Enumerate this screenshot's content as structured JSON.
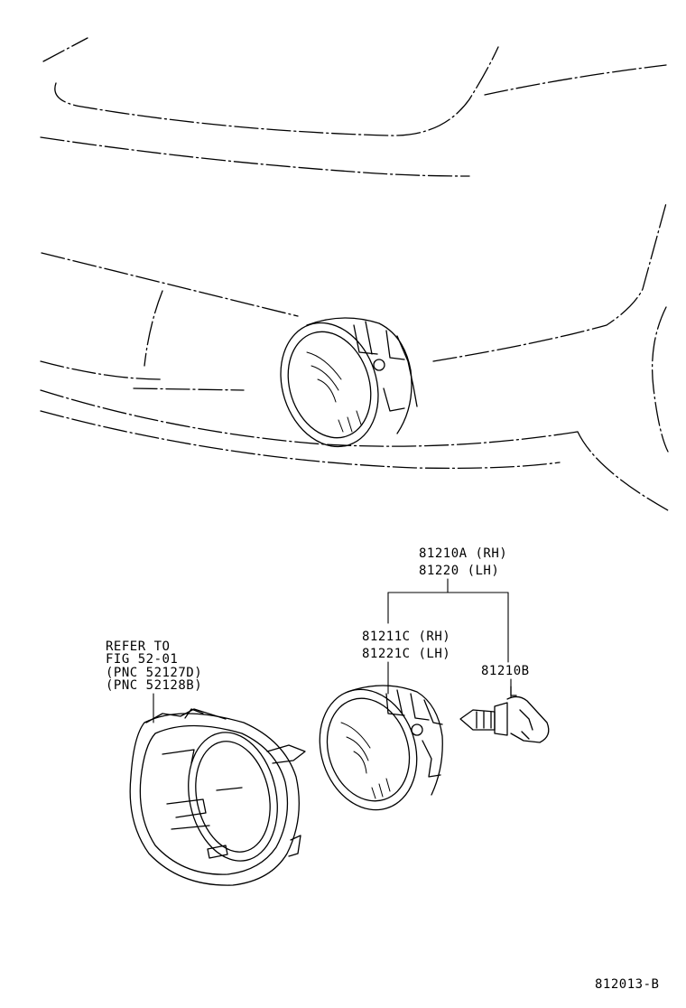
{
  "callouts": {
    "assembly_rh": "81210A (RH)",
    "assembly_lh": "81220 (LH)",
    "unit_rh": "81211C (RH)",
    "unit_lh": "81221C (LH)",
    "bulb": "81210B",
    "refer_line1": "REFER TO",
    "refer_line2": "FIG 52-01",
    "refer_line3": "(PNC 52127D)",
    "refer_line4": "(PNC 52128B)"
  },
  "figure_code": "812013-B",
  "colors": {
    "ink": "#000000",
    "background": "#ffffff"
  }
}
